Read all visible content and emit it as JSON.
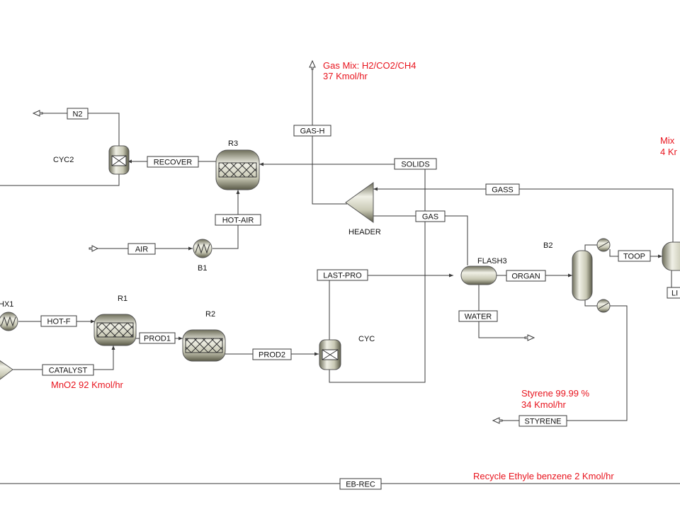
{
  "colors": {
    "line": "#3a3a3a",
    "note": "#e8141e",
    "vessel_light": "#f0f0e6",
    "vessel_mid": "#c8c8b4",
    "vessel_dark": "#6e6e5a"
  },
  "streams": {
    "n2": "N2",
    "recover": "RECOVER",
    "gas_h": "GAS-H",
    "solids": "SOLIDS",
    "gass": "GASS",
    "gas": "GAS",
    "hot_air": "HOT-AIR",
    "air": "AIR",
    "last_pro": "LAST-PRO",
    "organ": "ORGAN",
    "toop": "TOOP",
    "water": "WATER",
    "hot_f": "HOT-F",
    "prod1": "PROD1",
    "prod2": "PROD2",
    "catalyst": "CATALYST",
    "styrene": "STYRENE",
    "eb_rec": "EB-REC",
    "li": "LI"
  },
  "units": {
    "cyc2": "CYC2",
    "r3": "R3",
    "header": "HEADER",
    "b1": "B1",
    "flash3": "FLASH3",
    "b2": "B2",
    "hx1": "HX1",
    "r1": "R1",
    "r2": "R2",
    "cyc": "CYC"
  },
  "notes": {
    "gas_mix_line1": "Gas Mix: H2/CO2/CH4",
    "gas_mix_line2": "37 Kmol/hr",
    "mix_line1": "Mix",
    "mix_line2": "4 Kr",
    "mno2": "MnO2 92 Kmol/hr",
    "styrene_line1": "Styrene 99.99 %",
    "styrene_line2": "34 Kmol/hr",
    "recycle": "Recycle Ethyle benzene 2 Kmol/hr"
  }
}
